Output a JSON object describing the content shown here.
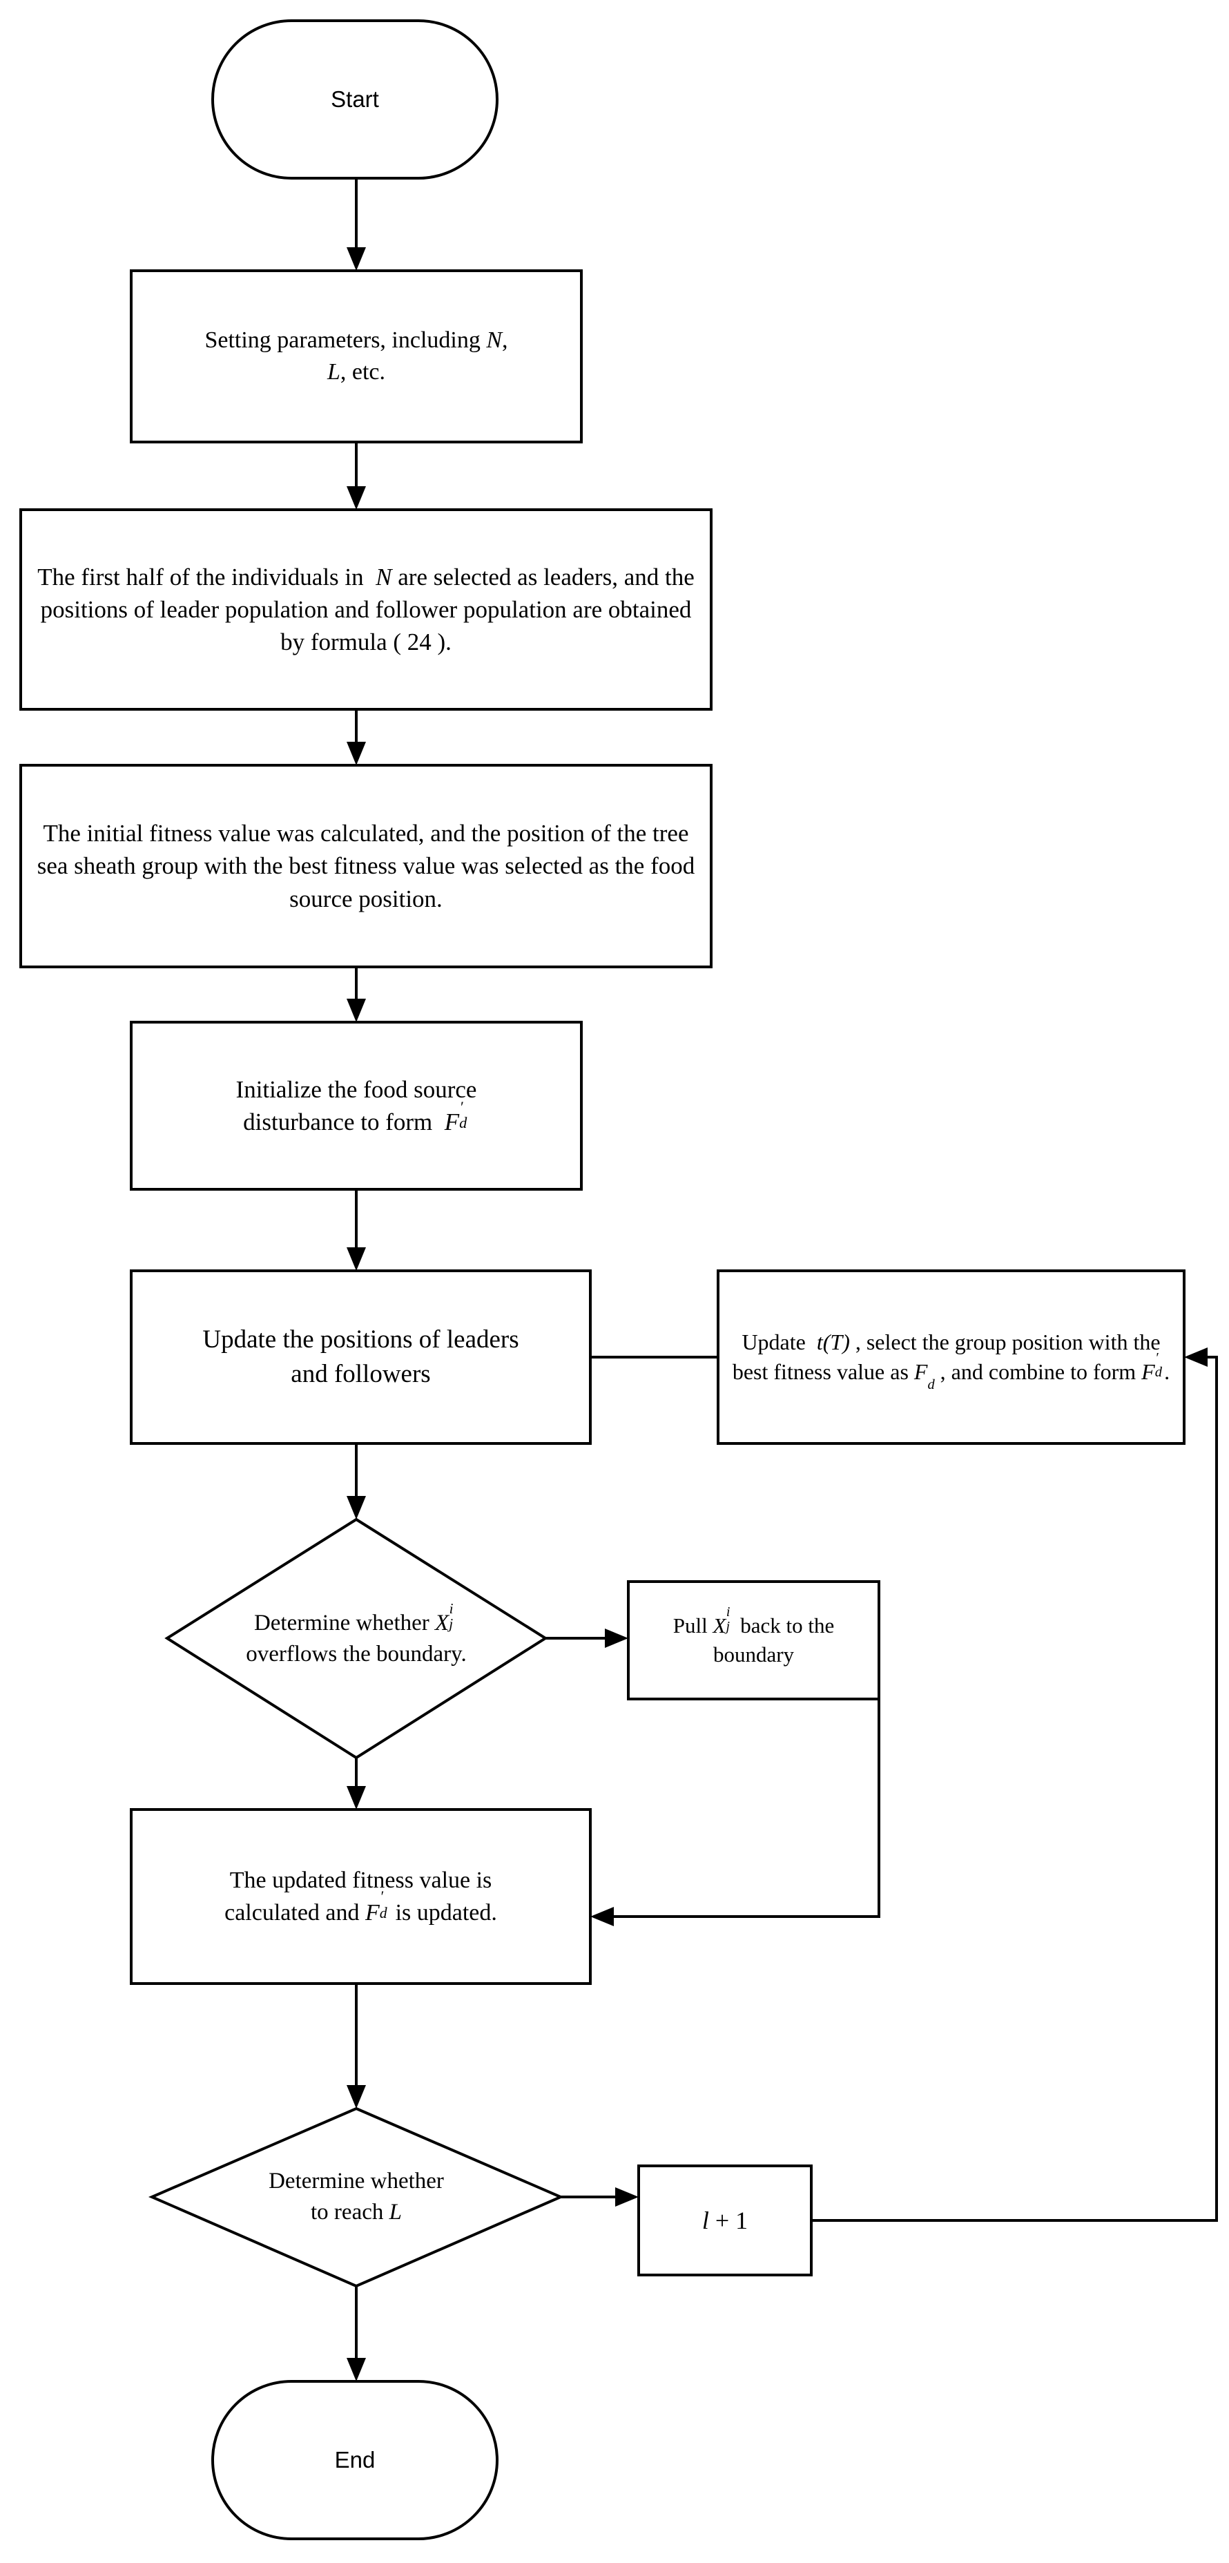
{
  "diagram": {
    "title": "Algorithm flowchart",
    "background_color": "#ffffff",
    "line_color": "#000000",
    "nodes": [
      {
        "id": "start",
        "shape": "terminator",
        "label": "Start",
        "font": "sans"
      },
      {
        "id": "set-parameters",
        "shape": "process",
        "label_line1": "Setting parameters, including N,",
        "label_line2": "L, etc.",
        "label": "Setting parameters, including N, L, etc."
      },
      {
        "id": "select-leaders",
        "shape": "process",
        "label_line1": "The first half of the individuals in  N are selected as",
        "label_line2": "leaders, and the positions of leader population and",
        "label_line3": "follower population are obtained by formula ( 24 ).",
        "label": "The first half of the individuals in N are selected as leaders, and the positions of leader population and follower population are obtained by formula ( 24 )."
      },
      {
        "id": "initial-fitness",
        "shape": "process",
        "label_line1": "The initial fitness value was calculated, and the",
        "label_line2": "position of the tree sea sheath group with the best",
        "label_line3": "fitness value was selected as the food source position.",
        "label": "The initial fitness value was calculated, and the position of the tree sea sheath group with the best fitness value was selected as the food source position."
      },
      {
        "id": "init-disturbance",
        "shape": "process",
        "label_line1": "Initialize the food source",
        "label_line2": "disturbance to form  F'_d",
        "label": "Initialize the food source disturbance to form F'd"
      },
      {
        "id": "update-positions",
        "shape": "process",
        "label_line1": "Update the positions of leaders",
        "label_line2": "and followers",
        "label": "Update the positions of leaders and followers"
      },
      {
        "id": "update-tT",
        "shape": "process",
        "label_line1": "Update  t(T) , select the group",
        "label_line2": "position with the best fitness value",
        "label_line3": "as F_d , and combine to form F'_d .",
        "label": "Update t(T), select the group position with the best fitness value as Fd, and combine to form F'd."
      },
      {
        "id": "check-overflow",
        "shape": "decision",
        "label_line1": "Determine whether X_j^i",
        "label_line2": "overflows the boundary.",
        "label": "Determine whether Xji overflows the boundary."
      },
      {
        "id": "pull-back",
        "shape": "process",
        "label_line1": "Pull X_j^i back to the",
        "label_line2": "boundary",
        "label": "Pull Xji back to the boundary"
      },
      {
        "id": "updated-fitness",
        "shape": "process",
        "label_line1": "The updated fitness value is",
        "label_line2": "calculated and F'_d is updated.",
        "label": "The updated fitness value is calculated and F'd is updated."
      },
      {
        "id": "check-L",
        "shape": "decision",
        "label_line1": "Determine whether",
        "label_line2": "to reach L",
        "label": "Determine whether to reach L"
      },
      {
        "id": "increment",
        "shape": "process",
        "label": "l + 1"
      },
      {
        "id": "end",
        "shape": "terminator",
        "label": "End",
        "font": "sans"
      }
    ],
    "symbols": {
      "N": "N",
      "L_upper": "L",
      "l_lower": "l",
      "plus_one": "+ 1",
      "F": "F",
      "d": "d",
      "X": "X",
      "i": "i",
      "j": "j",
      "t_of_T": "t(T)",
      "prime": "′",
      "formula_ref": "( 24 )"
    },
    "edges": [
      {
        "from": "start",
        "to": "set-parameters",
        "arrow": true
      },
      {
        "from": "set-parameters",
        "to": "select-leaders",
        "arrow": true
      },
      {
        "from": "select-leaders",
        "to": "initial-fitness",
        "arrow": true
      },
      {
        "from": "initial-fitness",
        "to": "init-disturbance",
        "arrow": true
      },
      {
        "from": "init-disturbance",
        "to": "update-positions",
        "arrow": true
      },
      {
        "from": "update-positions",
        "to": "update-tT",
        "arrow": false
      },
      {
        "from": "update-positions",
        "to": "check-overflow",
        "arrow": true
      },
      {
        "from": "check-overflow",
        "to": "pull-back",
        "arrow": true
      },
      {
        "from": "check-overflow",
        "to": "updated-fitness",
        "arrow": true
      },
      {
        "from": "pull-back",
        "to": "updated-fitness",
        "arrow": true
      },
      {
        "from": "updated-fitness",
        "to": "check-L",
        "arrow": true
      },
      {
        "from": "check-L",
        "to": "increment",
        "arrow": true
      },
      {
        "from": "check-L",
        "to": "end",
        "arrow": true
      },
      {
        "from": "increment",
        "to": "update-tT",
        "arrow": true
      }
    ]
  }
}
